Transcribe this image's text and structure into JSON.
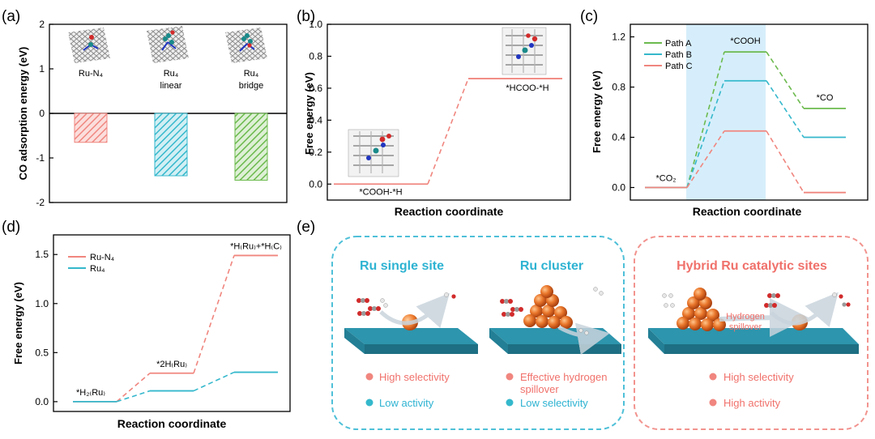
{
  "panel_labels": {
    "a": "(a)",
    "b": "(b)",
    "c": "(c)",
    "d": "(d)",
    "e": "(e)"
  },
  "colors": {
    "red": "#f0867f",
    "blue": "#35b8cc",
    "green": "#6cba4e",
    "highlight": "#d6eefb",
    "slab": "#2d95ad",
    "sphere": "#e9762b",
    "red_text": "#f0716b",
    "blue_text": "#2eb3d2"
  },
  "chart_data": [
    {
      "type": "bar",
      "panel": "a",
      "ylabel": "CO adsorption energy (eV)",
      "ylim": [
        -2,
        2
      ],
      "yticks": [
        -2,
        -1,
        0,
        1,
        2
      ],
      "categories": [
        "Ru-N₄",
        "Ru₄ linear",
        "Ru₄ bridge"
      ],
      "category_lines": [
        [
          "Ru-N₄"
        ],
        [
          "Ru₄",
          "linear"
        ],
        [
          "Ru₄",
          "bridge"
        ]
      ],
      "values": [
        -0.65,
        -1.4,
        -1.5
      ],
      "colors": [
        "#f0867f",
        "#35b8cc",
        "#6cba4e"
      ],
      "hatched": true
    },
    {
      "type": "line",
      "panel": "b",
      "xlabel": "Reaction coordinate",
      "ylabel": "Free energy (eV)",
      "ylim": [
        -0.1,
        1.0
      ],
      "yticks": [
        "0.0",
        "0.2",
        "0.4",
        "0.6",
        "0.8",
        "1.0"
      ],
      "states": [
        "*COOH-*H",
        "*HCOO-*H"
      ],
      "series": [
        {
          "values": [
            0.0,
            0.66
          ],
          "color": "#f0867f"
        }
      ]
    },
    {
      "type": "line",
      "panel": "c",
      "xlabel": "Reaction coordinate",
      "ylabel": "Free energy (eV)",
      "ylim": [
        -0.1,
        1.3
      ],
      "yticks": [
        "0.0",
        "0.4",
        "0.8",
        "1.2"
      ],
      "states": [
        "*CO₂",
        "*COOH",
        "*CO"
      ],
      "series": [
        {
          "name": "Path A",
          "values": [
            0.0,
            1.08,
            0.63
          ],
          "color": "#6cba4e"
        },
        {
          "name": "Path B",
          "values": [
            0.0,
            0.85,
            0.4
          ],
          "color": "#35b8cc"
        },
        {
          "name": "Path C",
          "values": [
            0.0,
            0.45,
            -0.04
          ],
          "color": "#f0867f"
        }
      ]
    },
    {
      "type": "line",
      "panel": "d",
      "xlabel": "Reaction coordinate",
      "ylabel": "Free energy (eV)",
      "ylim": [
        -0.1,
        1.7
      ],
      "yticks": [
        "0.0",
        "0.5",
        "1.0",
        "1.5"
      ],
      "states": [
        "*H₂₍Ru₎",
        "*2H₍Ru₎",
        "*H₍Ru₎+*H₍C₎"
      ],
      "series": [
        {
          "name": "Ru-N₄",
          "values": [
            0.0,
            0.29,
            1.49
          ],
          "color": "#f0867f"
        },
        {
          "name": "Ru₄",
          "values": [
            0.0,
            0.11,
            0.3
          ],
          "color": "#35b8cc"
        }
      ]
    }
  ],
  "schematic": {
    "single": {
      "title": "Ru single site",
      "bullets": [
        "High selectivity",
        "Low activity"
      ]
    },
    "cluster": {
      "title": "Ru cluster",
      "bullets": [
        "Effective hydrogen spillover",
        "Low selectivity"
      ],
      "bullet_lines": [
        [
          "Effective hydrogen",
          "spillover"
        ],
        [
          "Low selectivity"
        ]
      ]
    },
    "hybrid": {
      "title": "Hybrid Ru catalytic sites",
      "bullets": [
        "High selectivity",
        "High activity"
      ],
      "spillover_lines": [
        "Hydrogen",
        "spillover"
      ]
    }
  }
}
